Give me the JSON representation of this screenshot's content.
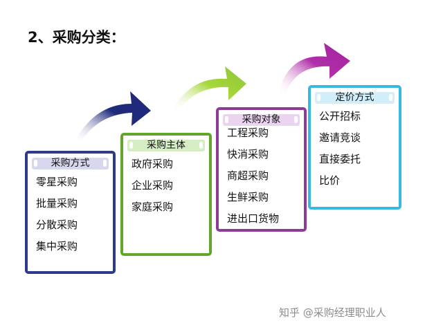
{
  "title": "2、采购分类：",
  "cards": [
    {
      "header": "采购方式",
      "items": [
        "零星采购",
        "批量采购",
        "分散采购",
        "集中采购"
      ],
      "color": "#2e3a8c"
    },
    {
      "header": "采购主体",
      "items": [
        "政府采购",
        "企业采购",
        "家庭采购"
      ],
      "color": "#5fa62a"
    },
    {
      "header": "采购对象",
      "items": [
        "工程采购",
        "快消采购",
        "商超采购",
        "生鲜采购",
        "进出口货物"
      ],
      "color": "#8e3b98"
    },
    {
      "header": "定价方式",
      "items": [
        "公开招标",
        "邀请竞谈",
        "直接委托",
        "比价"
      ],
      "color": "#38b9e3"
    }
  ],
  "arrows": [
    {
      "from": "card1",
      "to": "card2",
      "color": "#1f2a7a"
    },
    {
      "from": "card2",
      "to": "card3",
      "color": "#a6d63a"
    },
    {
      "from": "card3",
      "to": "card4",
      "color": "#b02ea8"
    }
  ],
  "watermark": "知乎 @采购经理职业人"
}
